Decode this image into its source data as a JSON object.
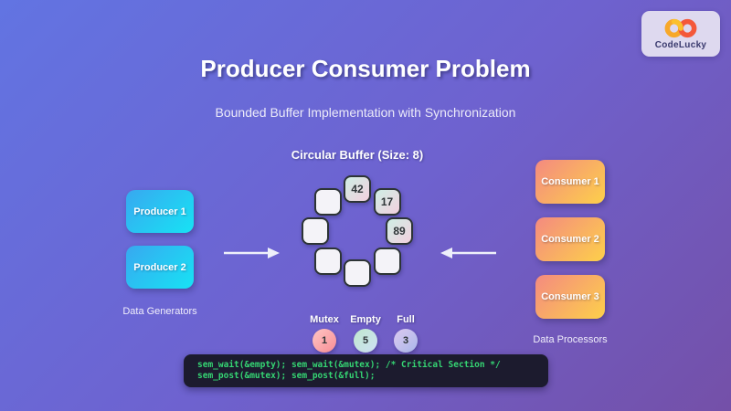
{
  "logo": {
    "brand": "CodeLucky"
  },
  "header": {
    "title": "Producer Consumer Problem",
    "subtitle": "Bounded Buffer Implementation with Synchronization"
  },
  "buffer": {
    "title": "Circular Buffer (Size: 8)",
    "size": 8,
    "cells": [
      {
        "value": "42",
        "filled": true
      },
      {
        "value": "17",
        "filled": true
      },
      {
        "value": "89",
        "filled": true
      },
      {
        "value": "",
        "filled": false
      },
      {
        "value": "",
        "filled": false
      },
      {
        "value": "",
        "filled": false
      },
      {
        "value": "",
        "filled": false
      },
      {
        "value": "",
        "filled": false
      }
    ]
  },
  "producers": {
    "items": [
      {
        "label": "Producer 1"
      },
      {
        "label": "Producer 2"
      }
    ],
    "caption": "Data Generators"
  },
  "consumers": {
    "items": [
      {
        "label": "Consumer 1"
      },
      {
        "label": "Consumer 2"
      },
      {
        "label": "Consumer 3"
      }
    ],
    "caption": "Data Processors"
  },
  "semaphores": [
    {
      "label": "Mutex",
      "value": "1"
    },
    {
      "label": "Empty",
      "value": "5"
    },
    {
      "label": "Full",
      "value": "3"
    }
  ],
  "code": {
    "line1": "sem_wait(&empty); sem_wait(&mutex); /* Critical Section */",
    "line2": "sem_post(&mutex); sem_post(&full);"
  },
  "colors": {
    "background_start": "#6274e2",
    "background_end": "#7450a8",
    "producer_gradient": [
      "#38a8f0",
      "#17e3f4"
    ],
    "consumer_gradient": [
      "#f48a80",
      "#fdd04a"
    ],
    "cell_filled_gradient": [
      "#cfeee5",
      "#f2d0de"
    ],
    "code_text": "#35d573",
    "code_background": "#1c1b2e"
  }
}
